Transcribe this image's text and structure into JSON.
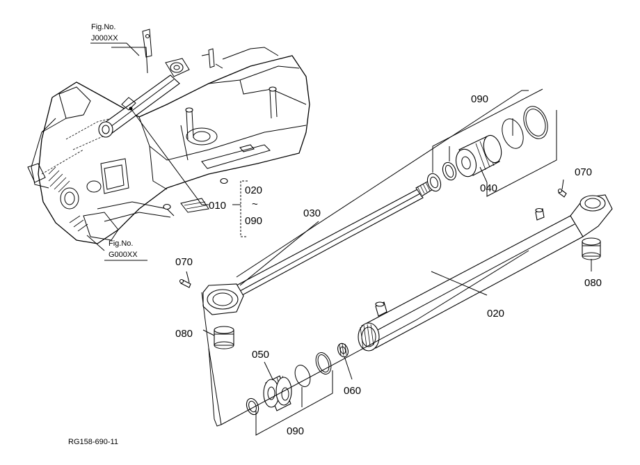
{
  "figure": {
    "ref_code": "RG158-690-11",
    "fig_refs": [
      {
        "line1": "Fig.No.",
        "line2": "J000XX"
      },
      {
        "line1": "Fig.No.",
        "line2": "G000XX"
      }
    ],
    "callouts": {
      "p010": "010",
      "range_start": "020",
      "tilde": "~",
      "range_end": "090",
      "p020": "020",
      "p030": "030",
      "p040": "040",
      "p050": "050",
      "p060": "060",
      "p070_left": "070",
      "p070_right": "070",
      "p080_left": "080",
      "p080_right": "080",
      "p090_top": "090",
      "p090_bottom": "090"
    }
  }
}
